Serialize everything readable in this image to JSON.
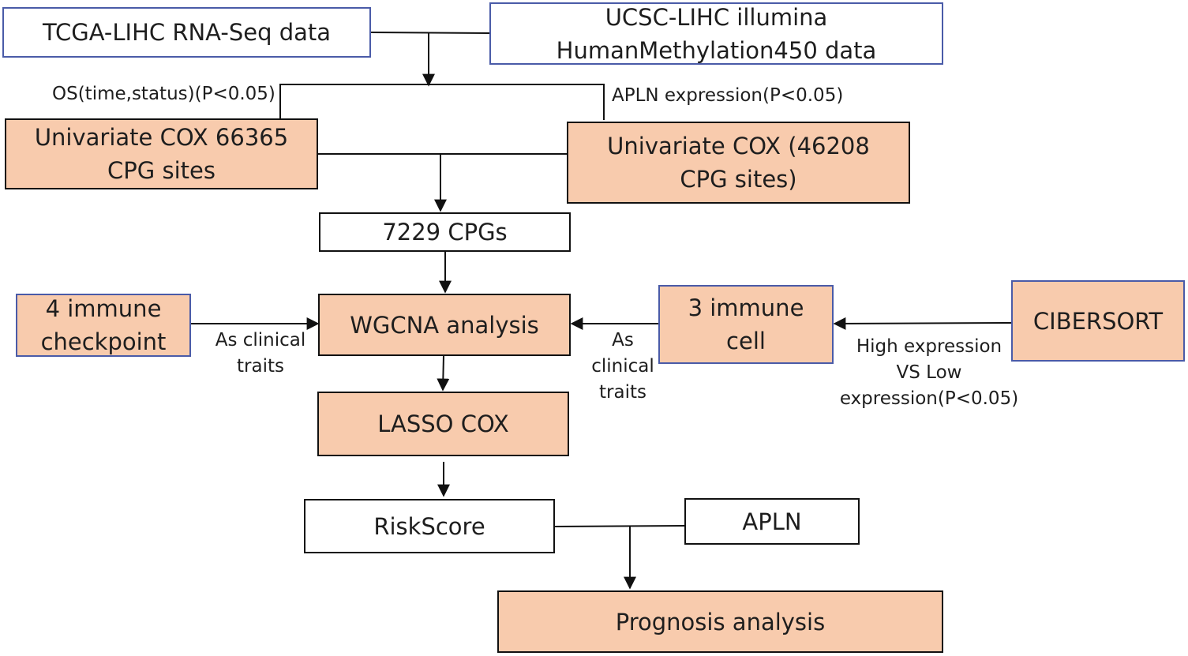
{
  "nodes": {
    "tcga": "TCGA-LIHC RNA-Seq data",
    "ucsc": [
      "UCSC-LIHC  illumina",
      "HumanMethylation450 data"
    ],
    "unicox_left": [
      "Univariate COX 66365",
      "CPG sites"
    ],
    "unicox_right": [
      "Univariate COX (46208",
      "CPG sites)"
    ],
    "cpgs": "7229 CPGs",
    "checkpoint": [
      "4 immune",
      "checkpoint"
    ],
    "wgcna": "WGCNA analysis",
    "immune_cell": [
      "3 immune",
      "cell"
    ],
    "cibersort": "CIBERSORT",
    "lasso": "LASSO COX",
    "riskscore": "RiskScore",
    "apln": "APLN",
    "prognosis": "Prognosis analysis"
  },
  "labels": {
    "os": "OS(time,status)(P<0.05)",
    "apln_expr": "APLN expression(P<0.05)",
    "clinical_left": [
      "As clinical",
      "traits"
    ],
    "clinical_right": [
      "As",
      "clinical",
      "traits"
    ],
    "high_low": [
      "High expression",
      "VS Low",
      "expression(P<0.05)"
    ]
  }
}
